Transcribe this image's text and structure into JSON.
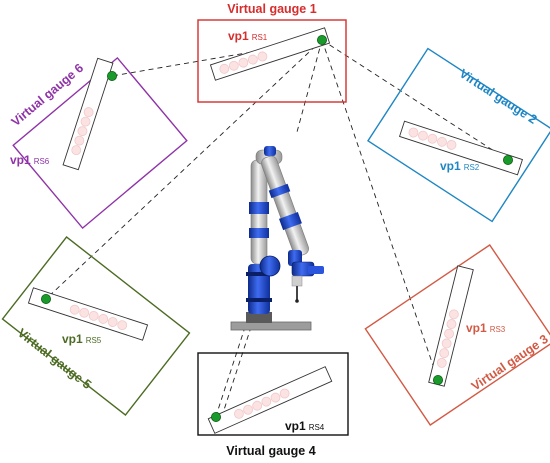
{
  "colors": {
    "gauge1": "#d62d2d",
    "gauge2": "#1f86c4",
    "gauge3": "#d25a45",
    "gauge4": "#111111",
    "gauge5": "#4c6b23",
    "gauge6": "#8f33a8",
    "probe": "#1a9a2a",
    "sphere": "#fbe3e3",
    "arm_blue": "#1d46c8"
  },
  "gauges": [
    {
      "id": "gauge-1",
      "title": "Virtual gauge 1",
      "vp": "vp1",
      "sub": "RS1"
    },
    {
      "id": "gauge-2",
      "title": "Virtual gauge 2",
      "vp": "vp1",
      "sub": "RS2"
    },
    {
      "id": "gauge-3",
      "title": "Virtual gauge 3",
      "vp": "vp1",
      "sub": "RS3"
    },
    {
      "id": "gauge-4",
      "title": "Virtual gauge 4",
      "vp": "vp1",
      "sub": "RS4"
    },
    {
      "id": "gauge-5",
      "title": "Virtual gauge 5",
      "vp": "vp1",
      "sub": "RS5"
    },
    {
      "id": "gauge-6",
      "title": "Virtual gauge 6",
      "vp": "vp1",
      "sub": "RS6"
    }
  ]
}
